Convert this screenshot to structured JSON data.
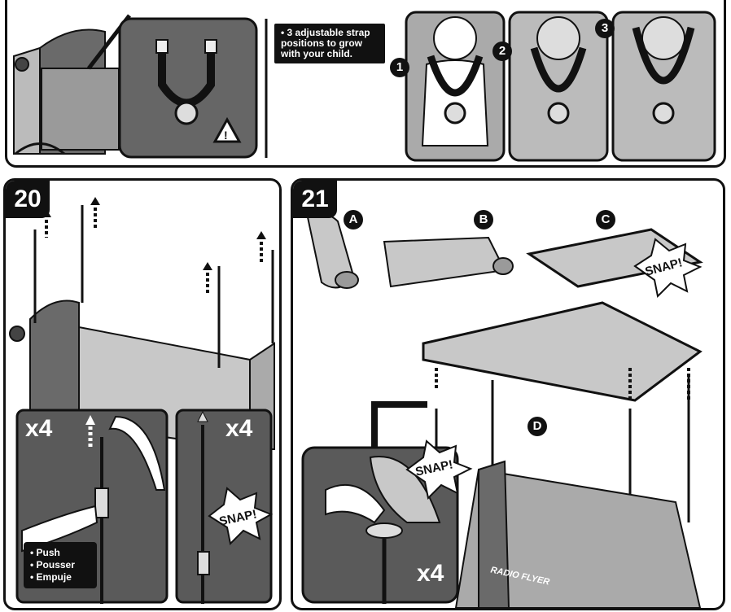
{
  "top_panel": {
    "callout_text": "• 3 adjustable strap positions to grow with your child.",
    "positions": [
      "1",
      "2",
      "3"
    ]
  },
  "step20": {
    "number": "20",
    "multiplier_left": "x4",
    "multiplier_right": "x4",
    "snap": "SNAP!",
    "actions": [
      "• Push",
      "• Pousser",
      "• Empuje"
    ]
  },
  "step21": {
    "number": "21",
    "sub_labels": [
      "A",
      "B",
      "C",
      "D"
    ],
    "snap_c": "SNAP!",
    "snap_detail": "SNAP!",
    "multiplier": "x4",
    "brand": "RADIO FLYER"
  },
  "colors": {
    "line": "#111111",
    "panel_gray": "#5a5a5a",
    "light_gray": "#c8c8c8",
    "mid_gray": "#9a9a9a"
  }
}
